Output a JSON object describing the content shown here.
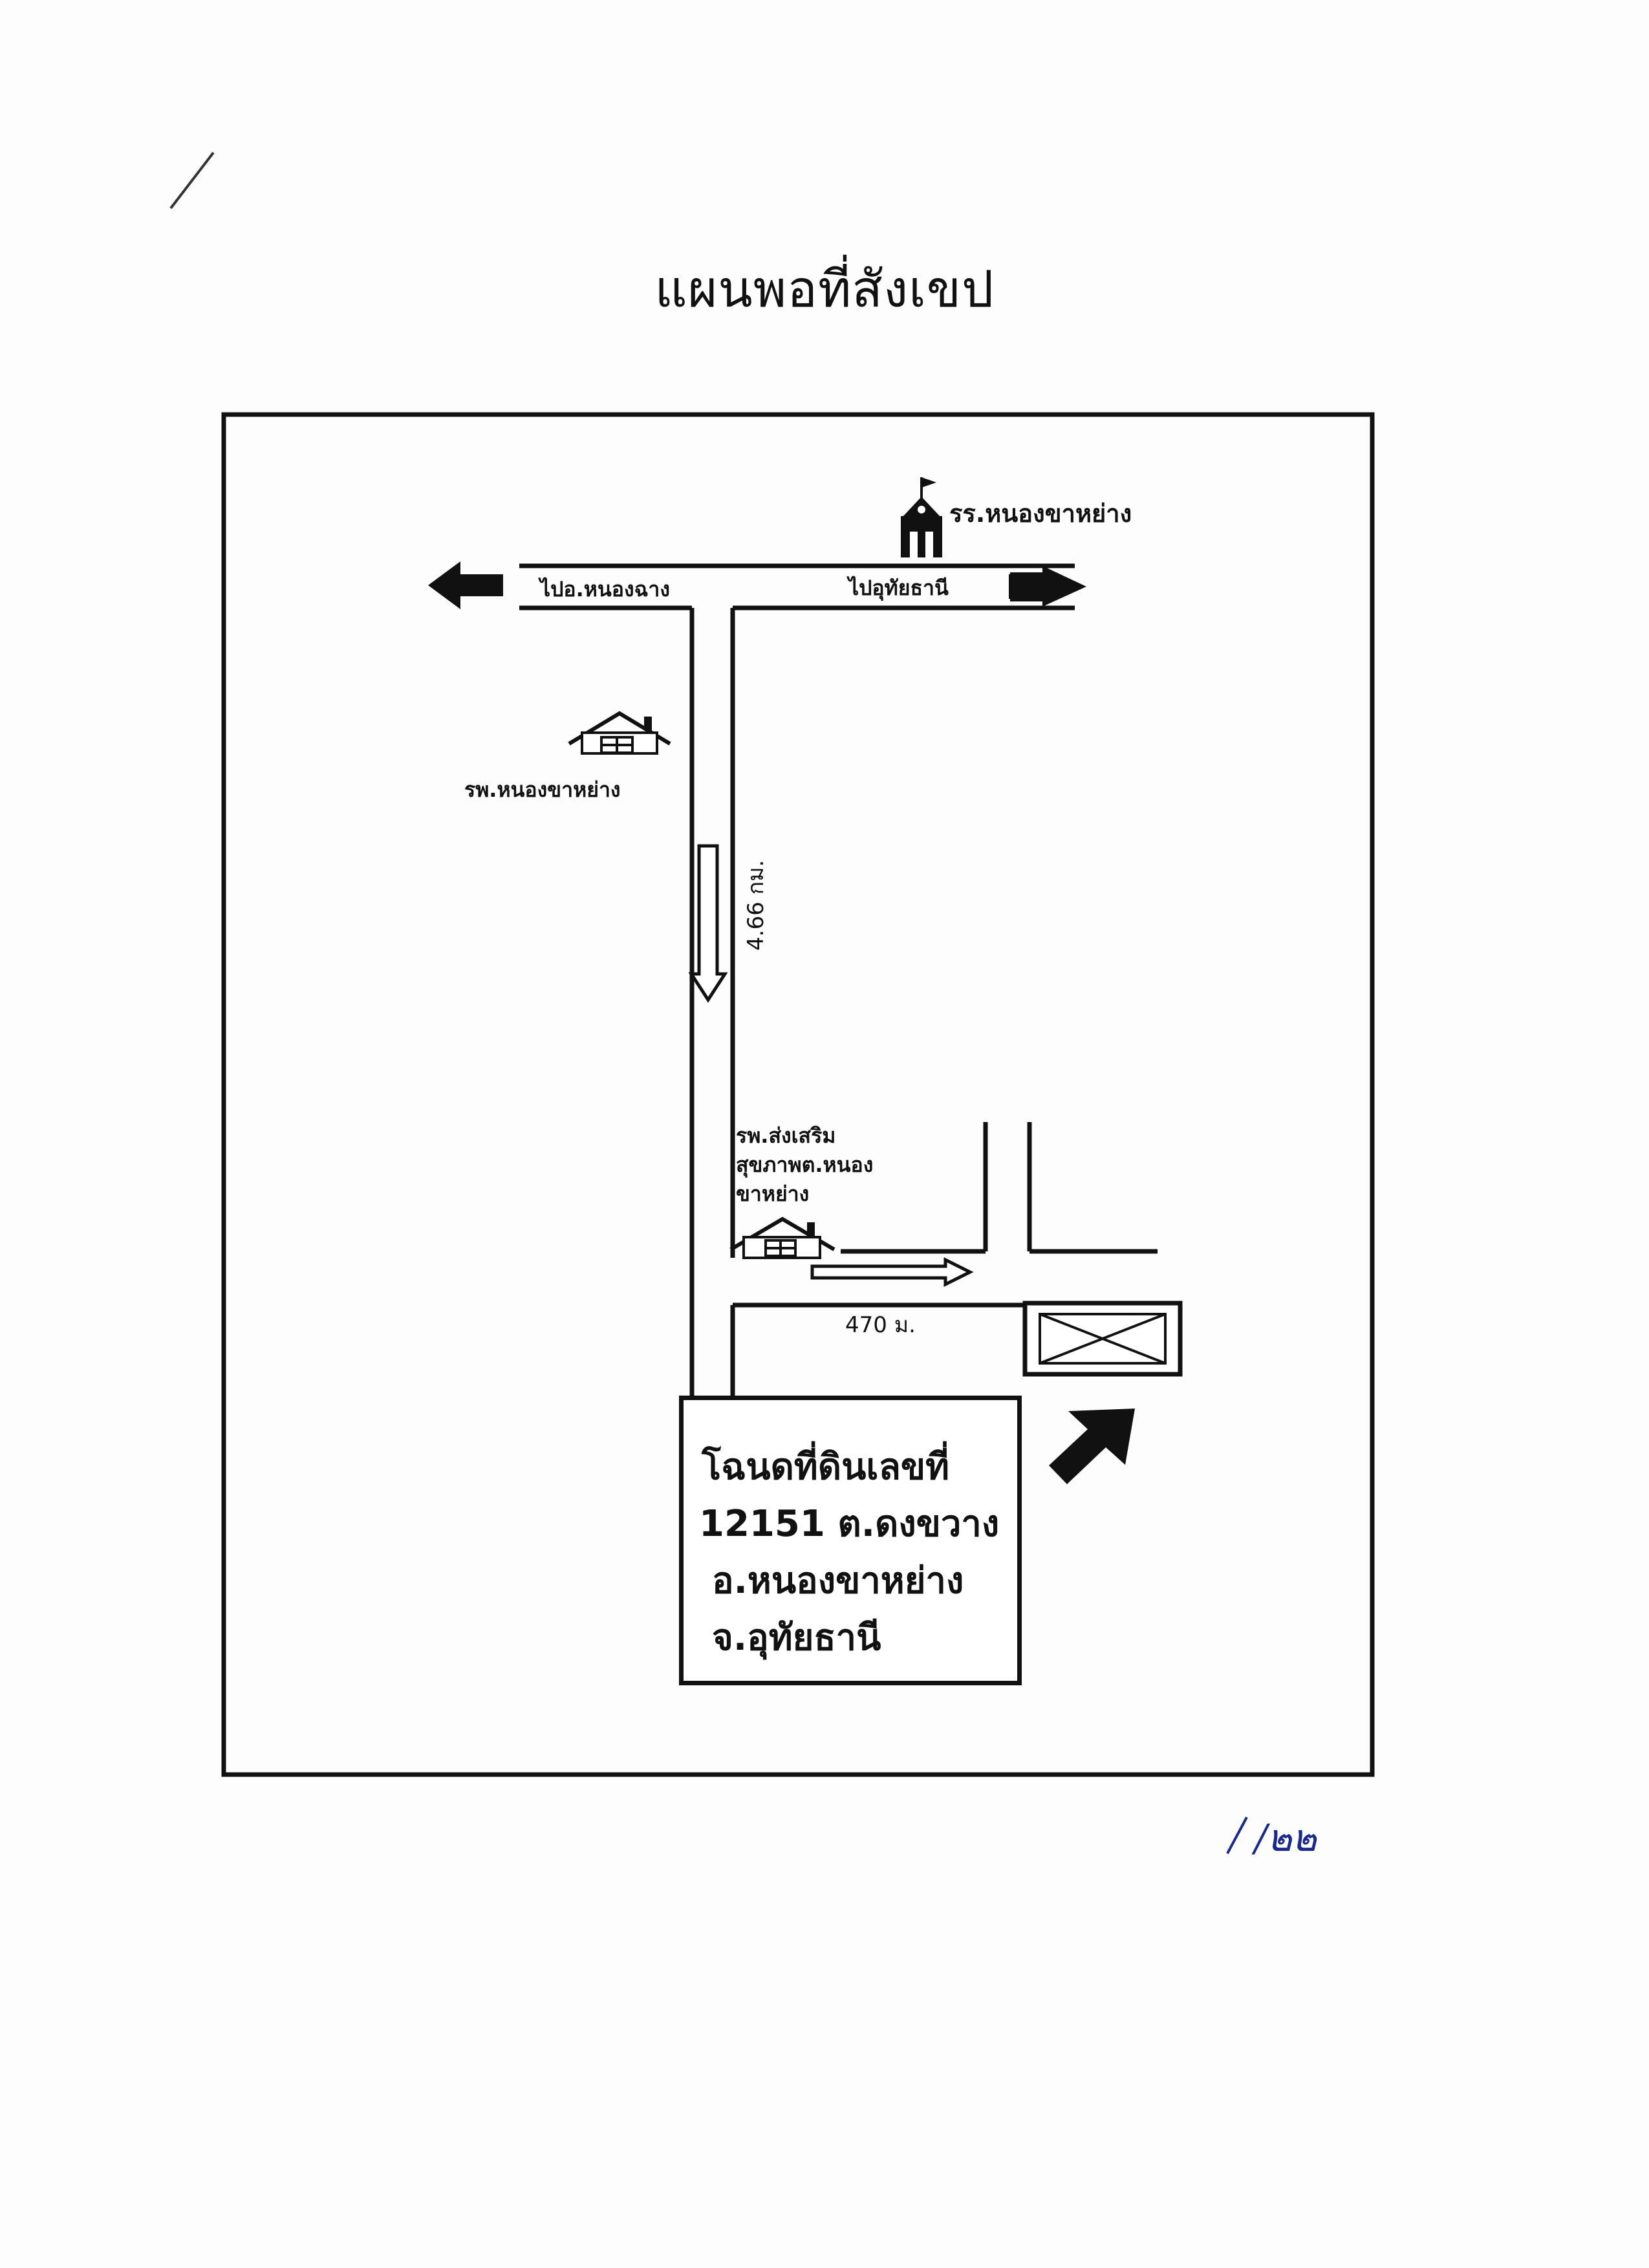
{
  "title": "แผนพอที่สังเขป",
  "roads": {
    "left_direction": "ไปอ.หนองฉาง",
    "right_direction": "ไปอุทัยธานี",
    "distance_main": "4.66 กม.",
    "distance_branch": "470 ม."
  },
  "landmarks": {
    "school": "รร.หนองขาหย่าง",
    "hospital": "รพ.หนองขาหย่าง",
    "health_center_lines": [
      "รพ.ส่งเสริม",
      "สุขภาพต.หนอง",
      "ขาหย่าง"
    ]
  },
  "deed": {
    "lines": [
      "โฉนดที่ดินเลขที่",
      "12151 ต.ดงขวาง",
      "อ.หนองขาหย่าง",
      "จ.อุทัยธานี"
    ]
  },
  "page_number": "/๒๒",
  "icons": [
    "school-icon",
    "hospital-house-icon",
    "health-center-house-icon",
    "plot-marker-icon",
    "arrow-left-icon",
    "arrow-right-icon",
    "arrow-down-icon",
    "arrow-right-outline-icon",
    "arrow-up-right-icon"
  ]
}
